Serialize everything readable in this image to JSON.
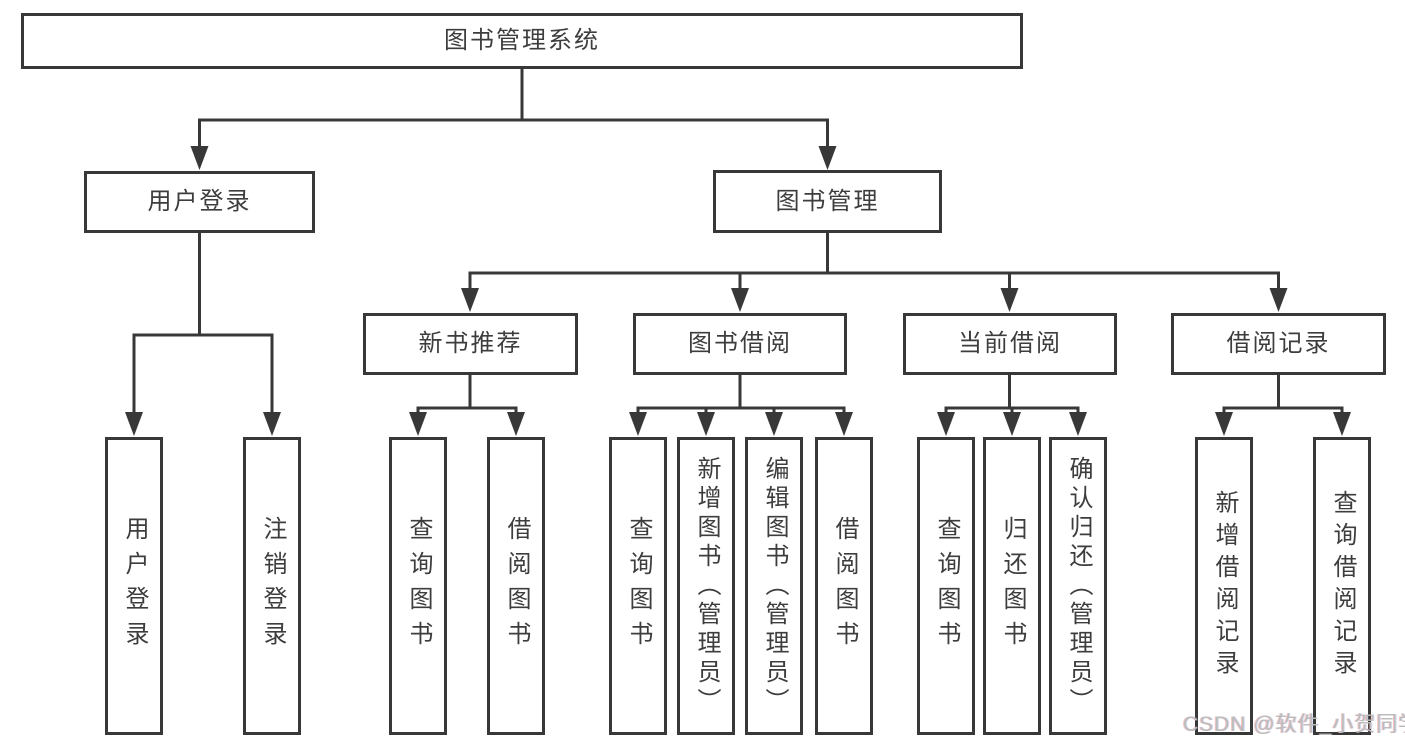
{
  "diagram": {
    "root": "图书管理系统",
    "branches": [
      {
        "label": "用户登录",
        "children": [
          "用户登录",
          "注销登录"
        ]
      },
      {
        "label": "图书管理",
        "children": [
          {
            "label": "新书推荐",
            "children": [
              "查询图书",
              "借阅图书"
            ]
          },
          {
            "label": "图书借阅",
            "children": [
              "查询图书",
              "新增图书（管理员）",
              "编辑图书（管理员）",
              "借阅图书"
            ]
          },
          {
            "label": "当前借阅",
            "children": [
              "查询图书",
              "归还图书",
              "确认归还（管理员）"
            ]
          },
          {
            "label": "借阅记录",
            "children": [
              "新增借阅记录",
              "查询借阅记录"
            ]
          }
        ]
      }
    ]
  },
  "watermark": "CSDN @软件_小贺同学",
  "colors": {
    "line": "#383838",
    "box_border": "#383838",
    "text": "#3d3d3d",
    "box_fill": "#ffffff",
    "background": "#ffffff",
    "watermark": "#bcbcbc"
  }
}
